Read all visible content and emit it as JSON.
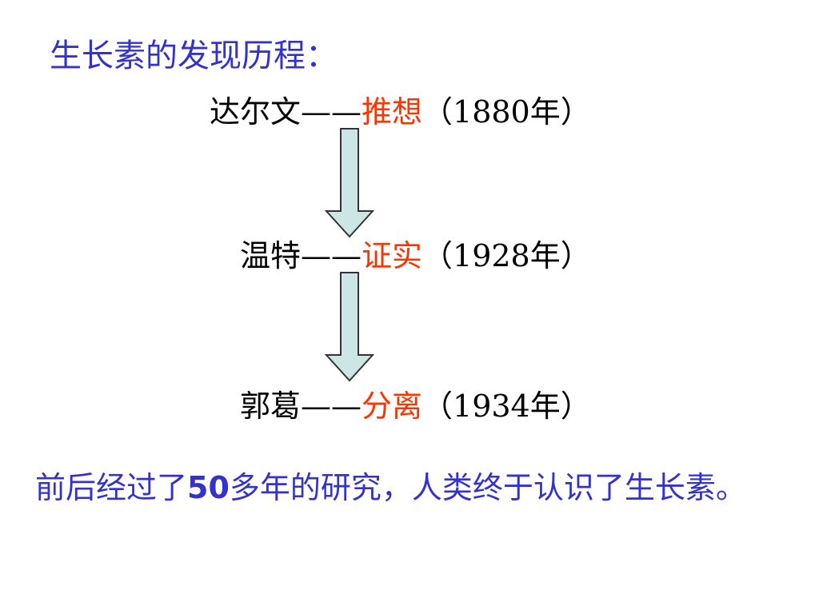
{
  "title": "生长素的发现历程：",
  "colors": {
    "blue_text": "#3333cc",
    "highlight_red": "#ff3300",
    "arrow_fill": "#cce6e6",
    "arrow_stroke": "#333333"
  },
  "timeline": [
    {
      "person": "达尔文",
      "dash": "——",
      "action": "推想",
      "year": "（1880年）"
    },
    {
      "person": "温特",
      "dash": "——",
      "action": "证实",
      "year": "（1928年）"
    },
    {
      "person": "郭葛",
      "dash": "——",
      "action": "分离",
      "year": "（1934年）"
    }
  ],
  "conclusion": {
    "part1": "前后经过了",
    "number": "50",
    "part2": "多年的研究，人类终于认识了生长素。"
  }
}
